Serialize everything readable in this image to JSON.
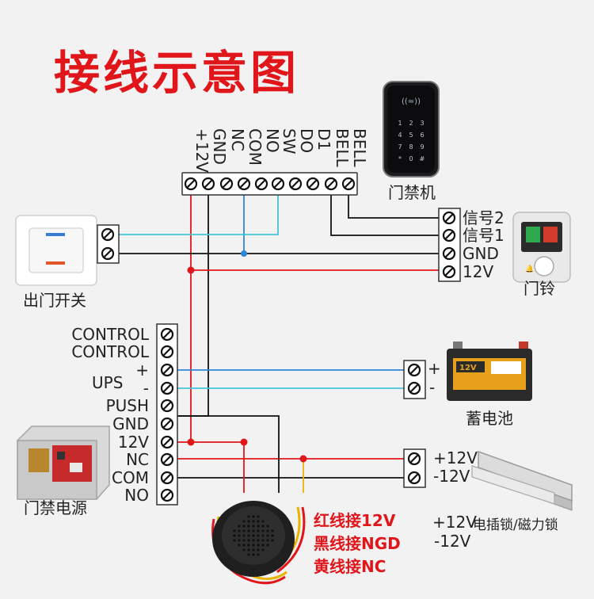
{
  "title": "接线示意图",
  "reader": {
    "name": "门禁机",
    "terminals": [
      "+12V",
      "GND",
      "NC",
      "COM",
      "NO",
      "SW",
      "DO",
      "D1",
      "BELL",
      "BELL"
    ]
  },
  "exit_button": {
    "name": "出门开关"
  },
  "doorbell": {
    "name": "门铃",
    "terminals": [
      "信号2",
      "信号1",
      "GND",
      "12V"
    ]
  },
  "power_supply": {
    "name": "门禁电源",
    "terminals": [
      "CONTROL",
      "CONTROL",
      "+",
      "-",
      "PUSH",
      "GND",
      "12V",
      "NC",
      "COM",
      "NO"
    ],
    "ups_label": "UPS"
  },
  "battery": {
    "name": "蓄电池",
    "terminals": [
      "+",
      "-"
    ],
    "badge": "12V"
  },
  "lock": {
    "name": "电插锁/磁力锁",
    "terminals": [
      "+12V",
      "-12V"
    ],
    "caption_plus": "+12V",
    "caption_minus": "-12V"
  },
  "buzzer_legend": [
    "红线接12V",
    "黑线接NGD",
    "黄线接NC"
  ],
  "colors": {
    "title": "#e0161b",
    "wire_red": "#e0161b",
    "wire_black": "#111111",
    "wire_blue": "#2f86d6",
    "wire_cyan": "#45c4d8"
  }
}
